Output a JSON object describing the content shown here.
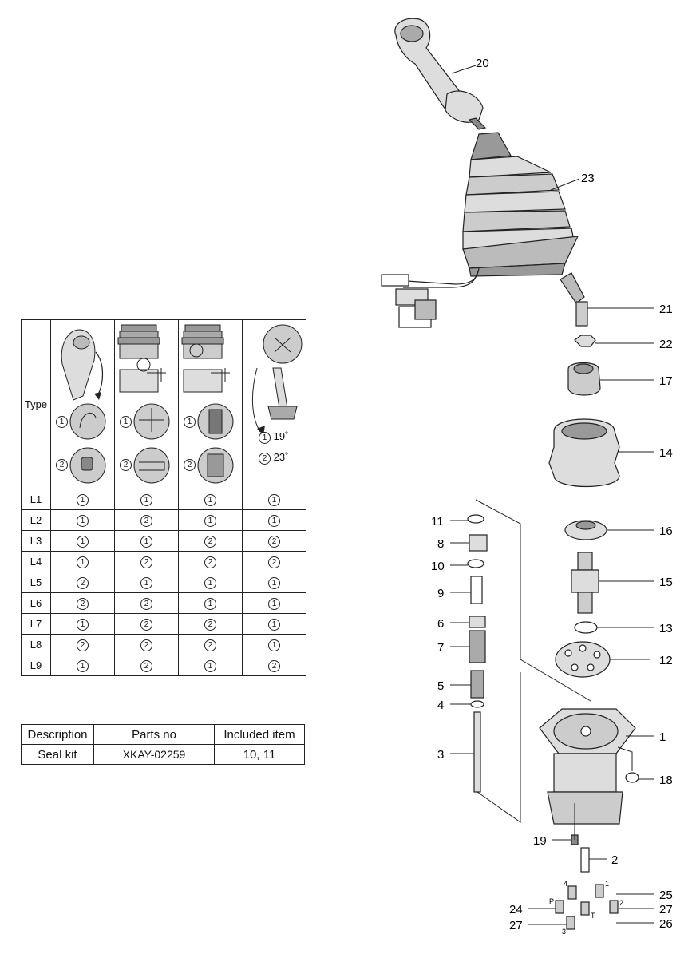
{
  "type_table": {
    "header_label": "Type",
    "angle_options": [
      {
        "num": "1",
        "label": "19˚"
      },
      {
        "num": "2",
        "label": "23˚"
      }
    ],
    "rows": [
      {
        "type": "L1",
        "values": [
          "1",
          "1",
          "1",
          "1"
        ]
      },
      {
        "type": "L2",
        "values": [
          "1",
          "2",
          "1",
          "1"
        ]
      },
      {
        "type": "L3",
        "values": [
          "1",
          "1",
          "2",
          "2"
        ]
      },
      {
        "type": "L4",
        "values": [
          "1",
          "2",
          "2",
          "2"
        ]
      },
      {
        "type": "L5",
        "values": [
          "2",
          "1",
          "1",
          "1"
        ]
      },
      {
        "type": "L6",
        "values": [
          "2",
          "2",
          "1",
          "1"
        ]
      },
      {
        "type": "L7",
        "values": [
          "1",
          "2",
          "2",
          "1"
        ]
      },
      {
        "type": "L8",
        "values": [
          "2",
          "2",
          "2",
          "1"
        ]
      },
      {
        "type": "L9",
        "values": [
          "1",
          "2",
          "1",
          "2"
        ]
      }
    ]
  },
  "seal_table": {
    "headers": [
      "Description",
      "Parts no",
      "Included item"
    ],
    "row": [
      "Seal kit",
      "XKAY-02259",
      "10, 11"
    ]
  },
  "callouts": {
    "c20": "20",
    "c23": "23",
    "c21": "21",
    "c22": "22",
    "c17": "17",
    "c14": "14",
    "c16": "16",
    "c15": "15",
    "c13": "13",
    "c12": "12",
    "c1": "1",
    "c18": "18",
    "c19": "19",
    "c2": "2",
    "c25": "25",
    "c24": "24",
    "c27a": "27",
    "c27b": "27",
    "c26": "26",
    "c11": "11",
    "c8": "8",
    "c10": "10",
    "c9": "9",
    "c6": "6",
    "c7": "7",
    "c5": "5",
    "c4": "4",
    "c3": "3"
  },
  "port_labels": {
    "p4": "4",
    "p1": "1",
    "pP": "P",
    "pT": "T",
    "p2": "2",
    "p3": "3"
  }
}
